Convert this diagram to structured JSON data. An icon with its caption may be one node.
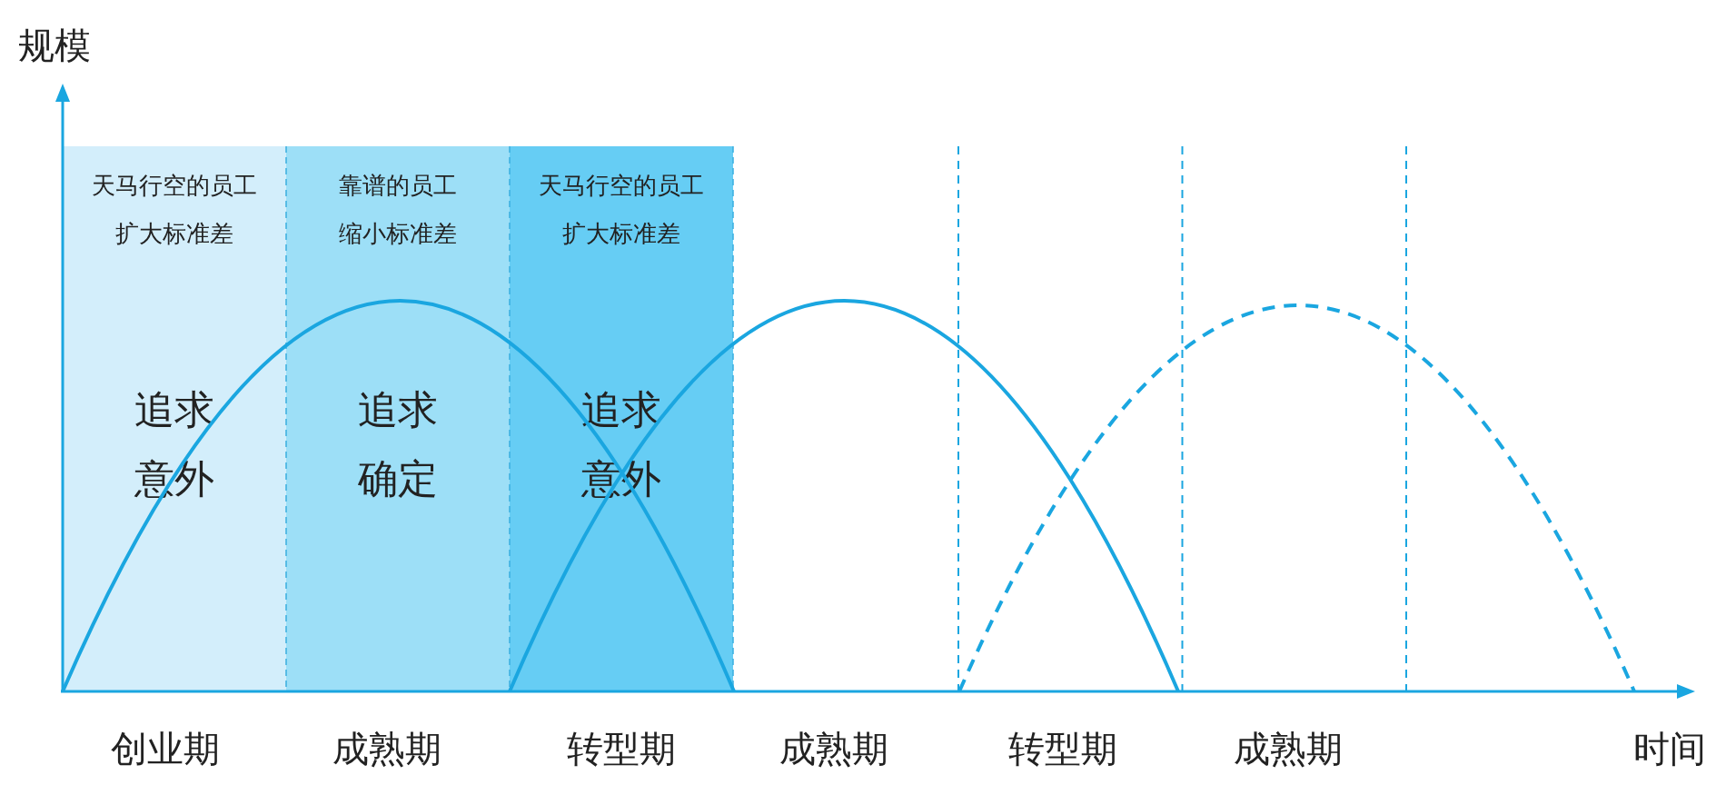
{
  "diagram": {
    "nodes": [
      {
        "text": [
          "天马行空的员工",
          "扩大标准差",
          "追求意外"
        ]
      },
      {
        "text": [
          "靠谱的员工",
          "缩小标准差",
          "追求确定"
        ]
      },
      {
        "text": [
          "天马行空的员工",
          "扩大标准差",
          "追求意外"
        ]
      }
    ],
    "edges": [],
    "labels": [
      "规模",
      "创业期",
      "成熟期",
      "转型期",
      "成熟期",
      "转型期",
      "成熟期",
      "时间"
    ]
  }
}
